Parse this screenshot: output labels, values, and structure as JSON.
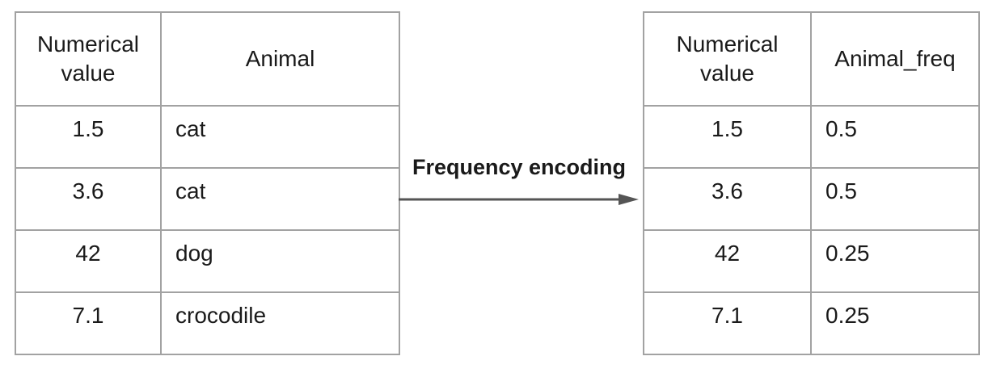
{
  "colors": {
    "background": "#ffffff",
    "border": "#a2a2a2",
    "arrow": "#555555",
    "text": "#1a1a1a"
  },
  "transform": {
    "label": "Frequency encoding"
  },
  "left_table": {
    "headers": [
      "Numerical value",
      "Animal"
    ],
    "rows": [
      [
        "1.5",
        "cat"
      ],
      [
        "3.6",
        "cat"
      ],
      [
        "42",
        "dog"
      ],
      [
        "7.1",
        "crocodile"
      ]
    ]
  },
  "right_table": {
    "headers": [
      "Numerical value",
      "Animal_freq"
    ],
    "rows": [
      [
        "1.5",
        "0.5"
      ],
      [
        "3.6",
        "0.5"
      ],
      [
        "42",
        "0.25"
      ],
      [
        "7.1",
        "0.25"
      ]
    ]
  }
}
